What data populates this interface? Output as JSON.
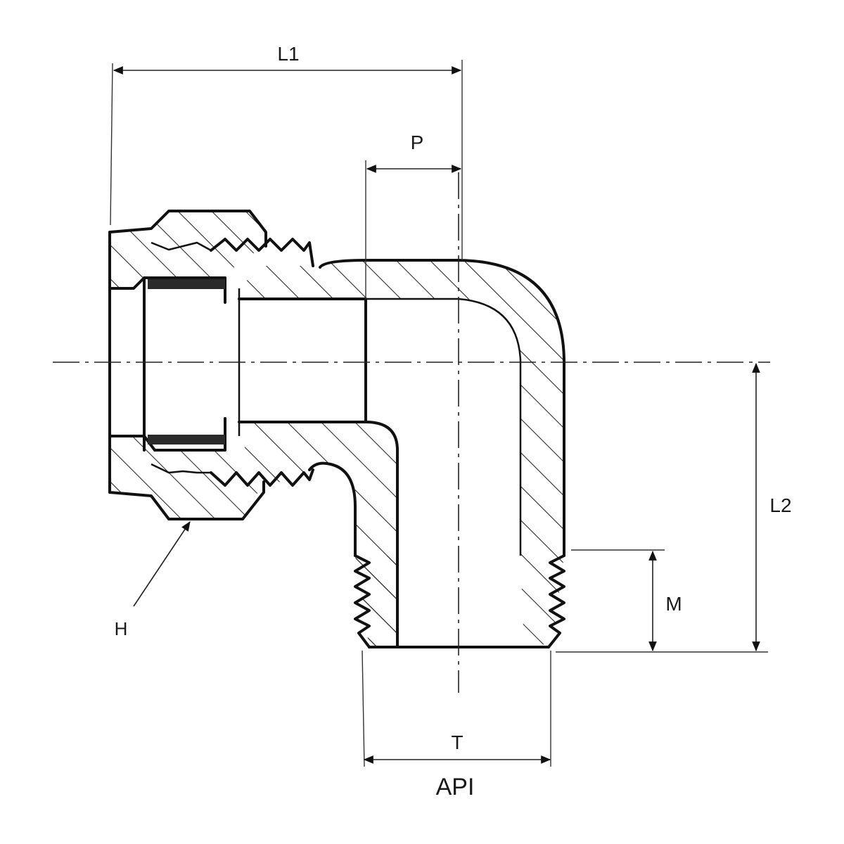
{
  "labels": {
    "l1": "L1",
    "p": "P",
    "l2": "L2",
    "m": "M",
    "h": "H",
    "t": "T",
    "api": "API"
  }
}
